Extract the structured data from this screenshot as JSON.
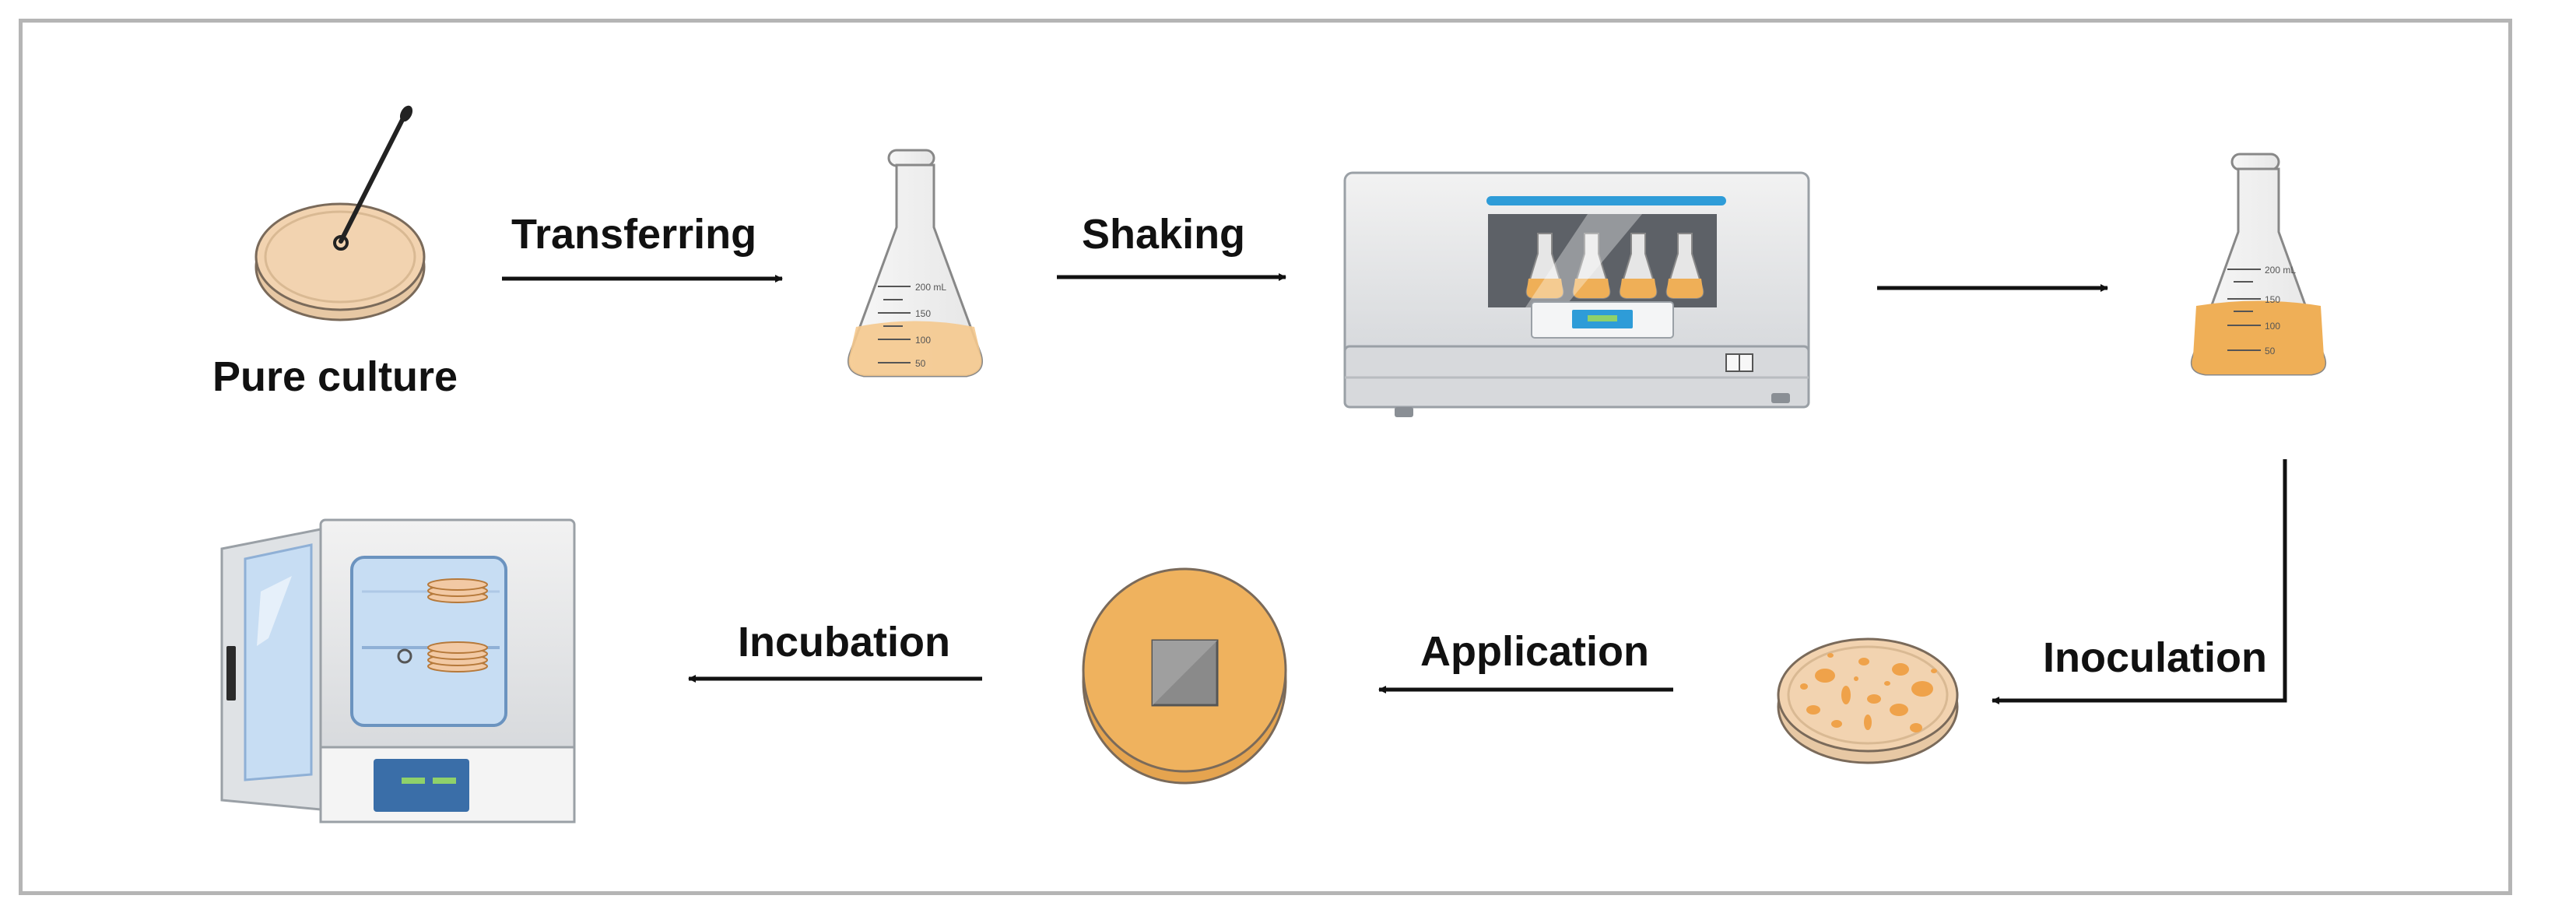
{
  "labels": {
    "pure_culture": "Pure culture",
    "transferring": "Transferring",
    "shaking": "Shaking",
    "inoculation": "Inoculation",
    "application": "Application",
    "incubation": "Incubation"
  },
  "flask_graduations": [
    "200 mL",
    "150",
    "100",
    "50"
  ],
  "colors": {
    "culture": "#F2D3B0",
    "medium_light": "#F5C98E",
    "medium_dark": "#EFAF57",
    "agar_orange": "#EFB25E",
    "incubator_blue": "#C7DDF3",
    "shaker_stripe": "#2E9CD8",
    "arrow": "#111111",
    "frame": "#B5B5B5"
  },
  "icons": [
    "petri-dish-with-loop-icon",
    "flask-icon",
    "shaking-incubator-icon",
    "flask-icon",
    "petri-dish-colonies-icon",
    "agar-plate-with-sample-icon",
    "incubator-icon"
  ]
}
